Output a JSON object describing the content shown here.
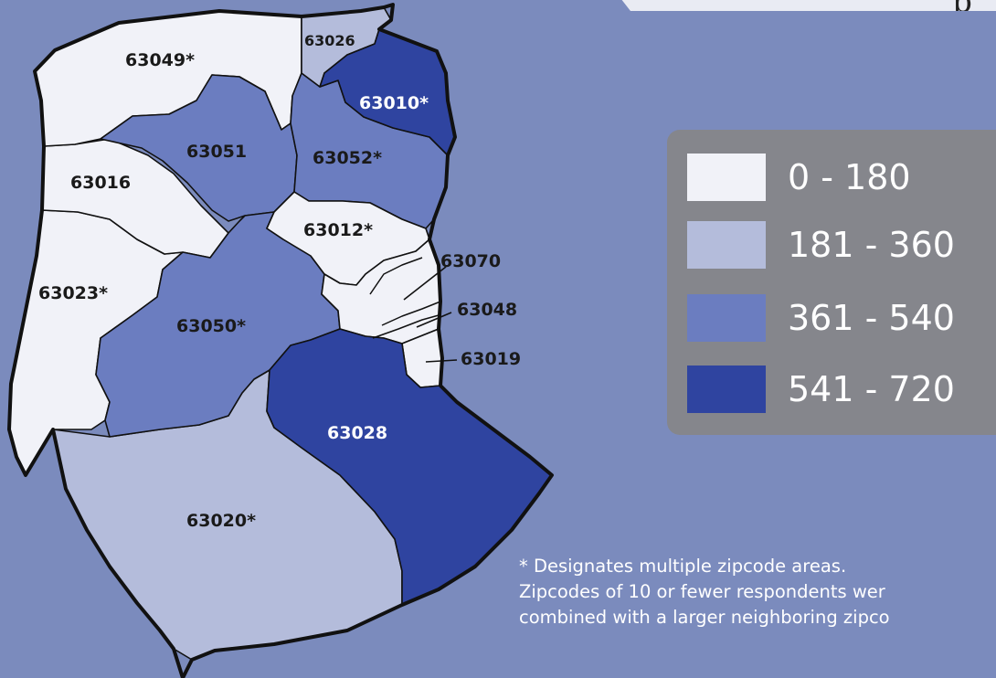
{
  "header": {
    "visible_text": "p"
  },
  "legend": {
    "title": "",
    "items": [
      {
        "range": "0 - 180",
        "color": "#f1f2f8"
      },
      {
        "range": "181 - 360",
        "color": "#b4bcdb"
      },
      {
        "range": "361 - 540",
        "color": "#6b7dc0"
      },
      {
        "range": "541 - 720",
        "color": "#2f44a0"
      }
    ]
  },
  "footnote": {
    "line1": "* Designates multiple zipcode areas.",
    "line2": "Zipcodes of 10 or fewer respondents wer",
    "line3": "combined with a larger neighboring zipco"
  },
  "regions": [
    {
      "zip": "63049*",
      "bin": "0 - 180",
      "color": "#f1f2f8"
    },
    {
      "zip": "63026",
      "bin": "181 - 360",
      "color": "#b4bcdb"
    },
    {
      "zip": "63010*",
      "bin": "541 - 720",
      "color": "#2f44a0"
    },
    {
      "zip": "63051",
      "bin": "361 - 540",
      "color": "#6b7dc0"
    },
    {
      "zip": "63052*",
      "bin": "361 - 540",
      "color": "#6b7dc0"
    },
    {
      "zip": "63016",
      "bin": "0 - 180",
      "color": "#f1f2f8"
    },
    {
      "zip": "63012*",
      "bin": "0 - 180",
      "color": "#f1f2f8"
    },
    {
      "zip": "63070",
      "bin": "0 - 180",
      "color": "#f1f2f8"
    },
    {
      "zip": "63023*",
      "bin": "0 - 180",
      "color": "#f1f2f8"
    },
    {
      "zip": "63050*",
      "bin": "361 - 540",
      "color": "#6b7dc0"
    },
    {
      "zip": "63048",
      "bin": "0 - 180",
      "color": "#f1f2f8"
    },
    {
      "zip": "63019",
      "bin": "0 - 180",
      "color": "#f1f2f8"
    },
    {
      "zip": "63028",
      "bin": "541 - 720",
      "color": "#2f44a0"
    },
    {
      "zip": "63020*",
      "bin": "181 - 360",
      "color": "#b4bcdb"
    }
  ]
}
